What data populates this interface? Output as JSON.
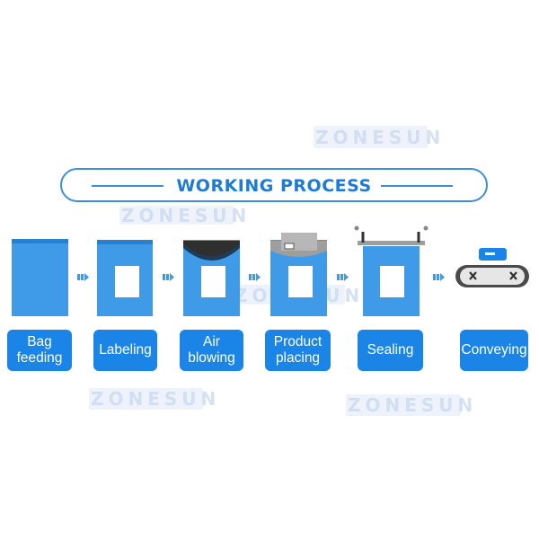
{
  "watermark": "ZONESUN",
  "title": "WORKING PROCESS",
  "steps": [
    {
      "label_line1": "Bag",
      "label_line2": "feeding"
    },
    {
      "label_line1": "Labeling",
      "label_line2": ""
    },
    {
      "label_line1": "Air",
      "label_line2": "blowing"
    },
    {
      "label_line1": "Product",
      "label_line2": "placing"
    },
    {
      "label_line1": "Sealing",
      "label_line2": ""
    },
    {
      "label_line1": "Conveying",
      "label_line2": ""
    }
  ],
  "colors": {
    "accent": "#1a85e6",
    "bag": "#3f9be8",
    "bag_dark": "#2a7fd1",
    "title": "#1f7ad6"
  }
}
